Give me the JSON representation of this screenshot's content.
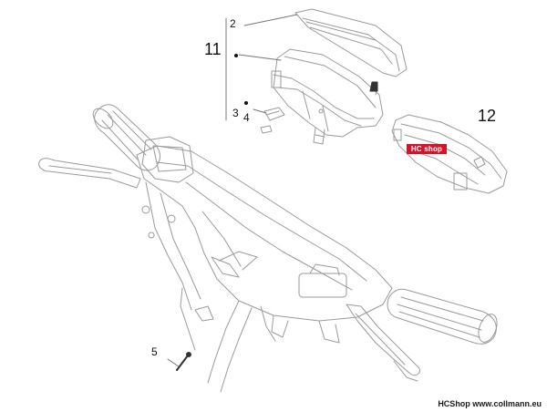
{
  "callouts": {
    "c2": "2",
    "c3": "3",
    "c4": "4",
    "c5": "5",
    "c11": "11",
    "c12": "12"
  },
  "badge": {
    "left": "HC",
    "right": "shop",
    "color": "#d0162b"
  },
  "watermark": {
    "text": "HCShop www.collmann.eu"
  },
  "colors": {
    "line": "#9a9a9a",
    "dark_line": "#333333",
    "accent_red": "#d0162b"
  }
}
